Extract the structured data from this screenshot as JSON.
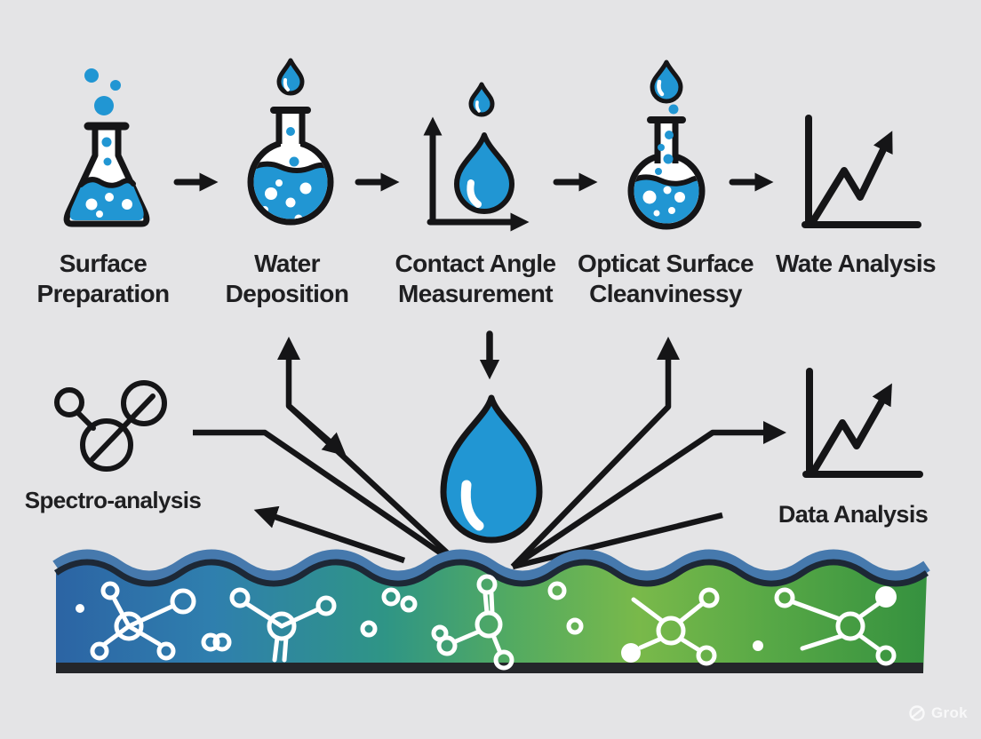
{
  "steps": [
    {
      "line1": "Surface",
      "line2": "Preparation",
      "icon": "erlenmeyer-flask-icon"
    },
    {
      "line1": "Water",
      "line2": "Deposition",
      "icon": "round-flask-drop-icon"
    },
    {
      "line1": "Contact Angle",
      "line2": "Measurement",
      "icon": "contact-angle-axes-drop-icon"
    },
    {
      "line1": "Opticat Surface",
      "line2": "Cleanvinessy",
      "icon": "flask-bubbles-drop-icon"
    },
    {
      "line1": "Wate Analysis",
      "line2": "",
      "icon": "line-chart-arrow-icon"
    }
  ],
  "middle": {
    "spectro_label": "Spectro-analysis",
    "spectro_icon": "molecule-icon",
    "drop_icon": "water-drop-icon",
    "data_label": "Data Analysis",
    "data_icon": "line-chart-arrow-icon"
  },
  "watermark": {
    "logo": "grok-logo",
    "text": "Grok"
  },
  "colors": {
    "background": "#e4e4e6",
    "accent_blue": "#2196d3",
    "outline_black": "#151517",
    "text": "#1f1f21",
    "band_gradient": [
      "#2c64a4",
      "#2f7fae",
      "#2f9585",
      "#52aa62",
      "#79b94a",
      "#57a846",
      "#35913f"
    ],
    "band_wave_blue": "#4679ad",
    "band_wave_dark": "#1d2836",
    "band_bottom_bar": "#24262a",
    "molecule_white": "#ffffff"
  }
}
